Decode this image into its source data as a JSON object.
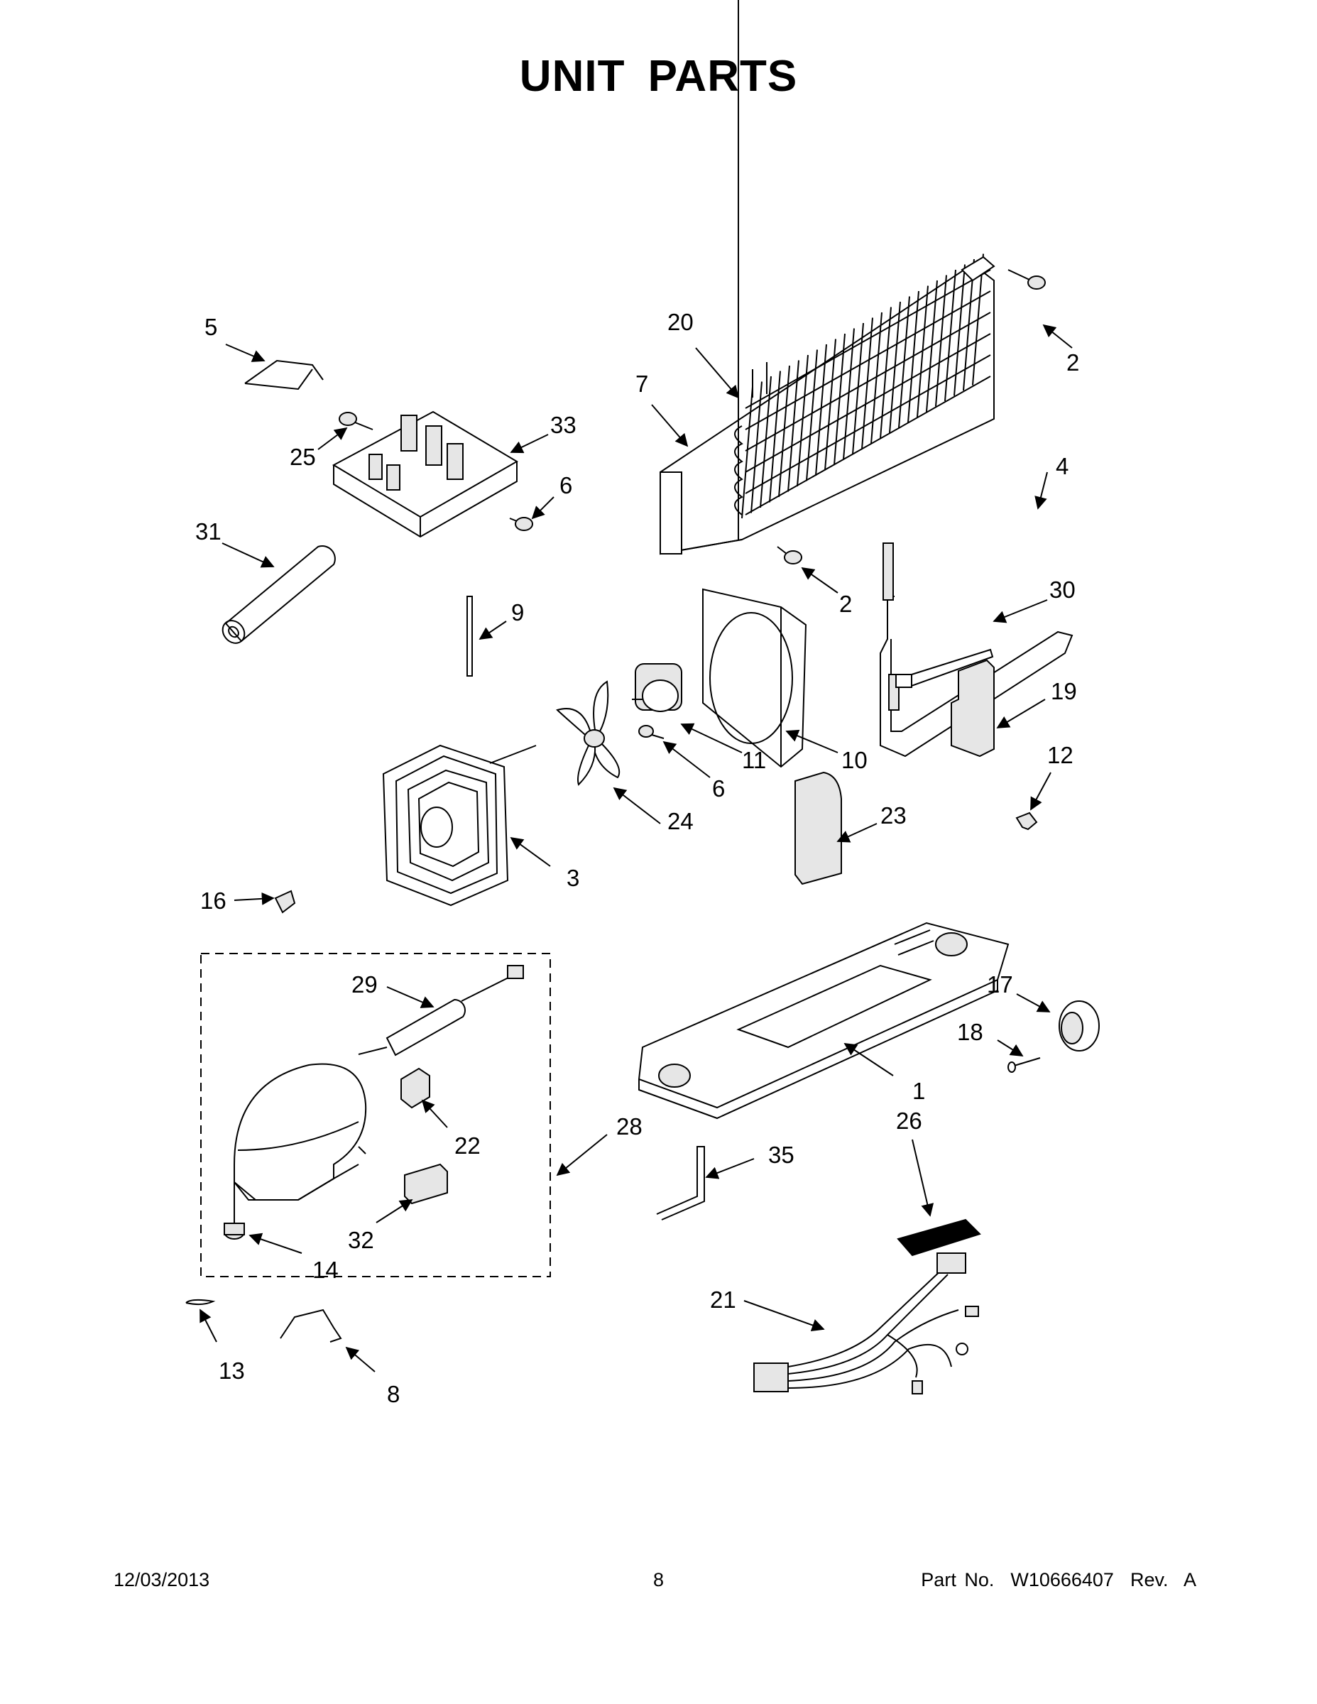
{
  "page": {
    "title": "UNIT PARTS",
    "footer": {
      "date": "12/03/2013",
      "page_number": "8",
      "part_no": "Part No.  W10666407  Rev.  A"
    }
  },
  "callouts": [
    {
      "id": "c5",
      "label": "5"
    },
    {
      "id": "c25",
      "label": "25"
    },
    {
      "id": "c33",
      "label": "33"
    },
    {
      "id": "c6a",
      "label": "6"
    },
    {
      "id": "c31",
      "label": "31"
    },
    {
      "id": "c20",
      "label": "20"
    },
    {
      "id": "c7",
      "label": "7"
    },
    {
      "id": "c2a",
      "label": "2"
    },
    {
      "id": "c4",
      "label": "4"
    },
    {
      "id": "c2b",
      "label": "2"
    },
    {
      "id": "c30",
      "label": "30"
    },
    {
      "id": "c9",
      "label": "9"
    },
    {
      "id": "c19",
      "label": "19"
    },
    {
      "id": "c11",
      "label": "11"
    },
    {
      "id": "c10",
      "label": "10"
    },
    {
      "id": "c6b",
      "label": "6"
    },
    {
      "id": "c12",
      "label": "12"
    },
    {
      "id": "c24",
      "label": "24"
    },
    {
      "id": "c23",
      "label": "23"
    },
    {
      "id": "c3",
      "label": "3"
    },
    {
      "id": "c16",
      "label": "16"
    },
    {
      "id": "c29",
      "label": "29"
    },
    {
      "id": "c17",
      "label": "17"
    },
    {
      "id": "c18",
      "label": "18"
    },
    {
      "id": "c1",
      "label": "1"
    },
    {
      "id": "c26",
      "label": "26"
    },
    {
      "id": "c28",
      "label": "28"
    },
    {
      "id": "c22",
      "label": "22"
    },
    {
      "id": "c35",
      "label": "35"
    },
    {
      "id": "c32",
      "label": "32"
    },
    {
      "id": "c14",
      "label": "14"
    },
    {
      "id": "c21",
      "label": "21"
    },
    {
      "id": "c13",
      "label": "13"
    },
    {
      "id": "c8",
      "label": "8"
    }
  ]
}
